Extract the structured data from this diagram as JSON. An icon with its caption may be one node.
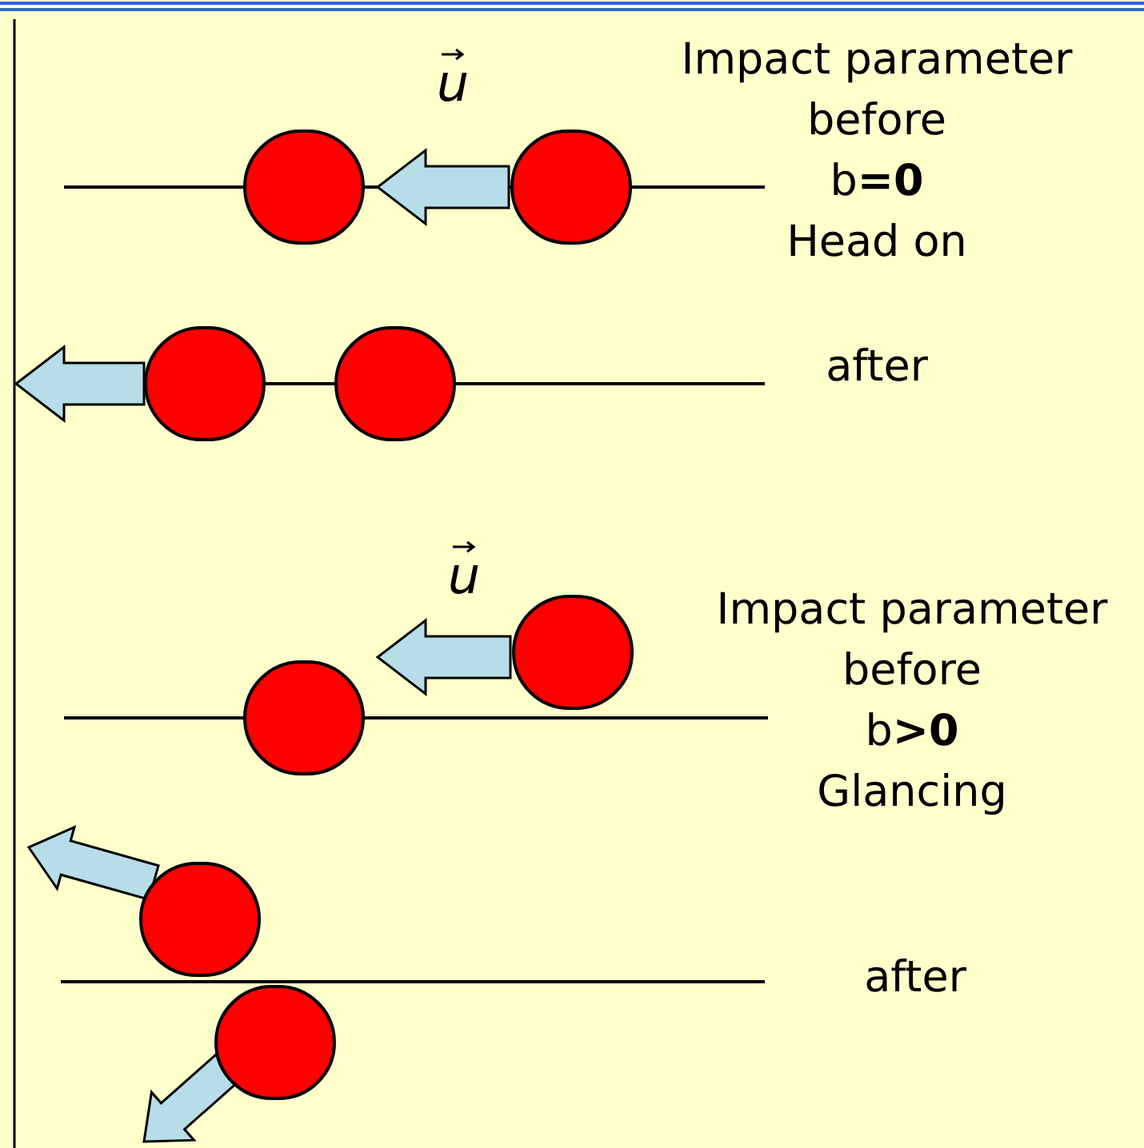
{
  "diagram": {
    "nodes": [
      {
        "text": [],
        "shape": "circle"
      },
      {
        "text": [],
        "shape": "circle"
      },
      {
        "text": [],
        "shape": "circle"
      },
      {
        "text": [],
        "shape": "circle"
      },
      {
        "text": [],
        "shape": "circle"
      },
      {
        "text": [],
        "shape": "circle"
      },
      {
        "text": [],
        "shape": "circle"
      },
      {
        "text": [],
        "shape": "circle"
      }
    ],
    "edges": [
      {
        "from": 1,
        "to": 0,
        "arrow": "to",
        "style": "thick"
      },
      {
        "from": 4,
        "to": 5,
        "arrow": "to",
        "style": "thick"
      }
    ],
    "labels": [
      "u",
      "Impact parameter",
      "before",
      "b**=0**",
      "Head on",
      "after",
      "u",
      "Impact parameter",
      "before",
      "b**>0**",
      "Glancing",
      "after"
    ]
  }
}
